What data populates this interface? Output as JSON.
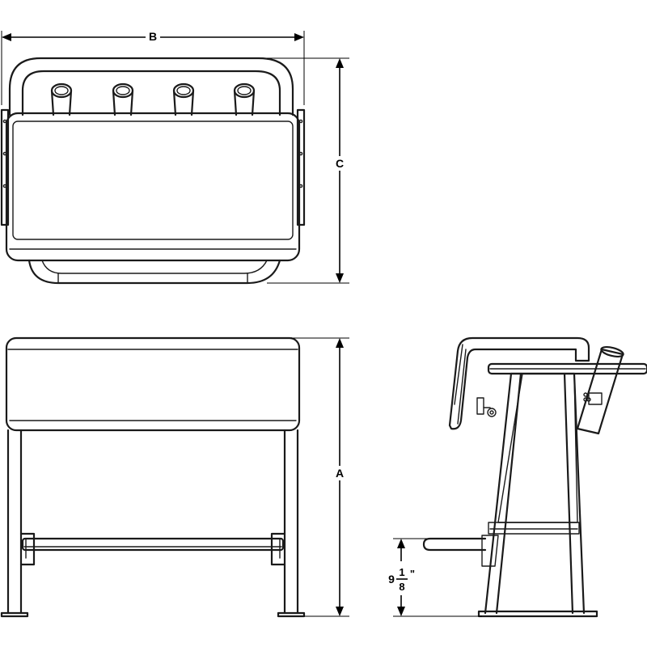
{
  "dimensions": {
    "width_label": "B",
    "depth_label": "C",
    "height_label": "A",
    "footrest_height": {
      "whole": "9",
      "numerator": "1",
      "denominator": "8",
      "unit": "\""
    }
  },
  "views": [
    "top-view",
    "front-view",
    "side-view"
  ],
  "colors": {
    "line": "#1a1a1a",
    "background": "#ffffff"
  }
}
